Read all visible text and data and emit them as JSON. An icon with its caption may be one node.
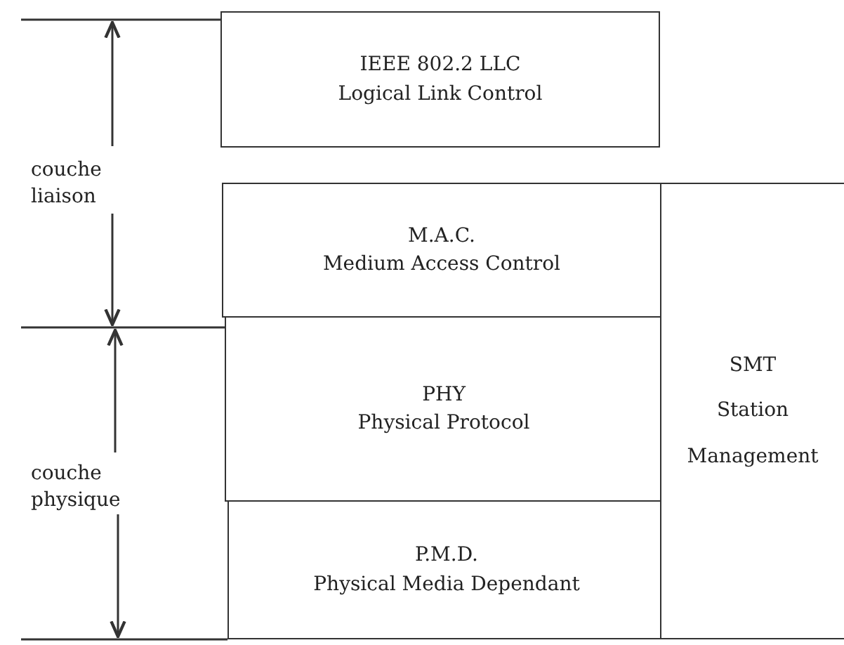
{
  "diagram": {
    "nodes": [
      {
        "text": [
          "IEEE 802.2 LLC",
          "Logical Link Control"
        ]
      },
      {
        "text": [
          "M.A.C.",
          "Medium Access Control"
        ]
      },
      {
        "text": [
          "PHY",
          "Physical Protocol"
        ]
      },
      {
        "text": [
          "P.M.D.",
          "Physical Media Dependant"
        ]
      },
      {
        "text": [
          "SMT",
          "Station Management"
        ]
      }
    ],
    "labels": [
      "couche liaison",
      "couche physique"
    ]
  }
}
